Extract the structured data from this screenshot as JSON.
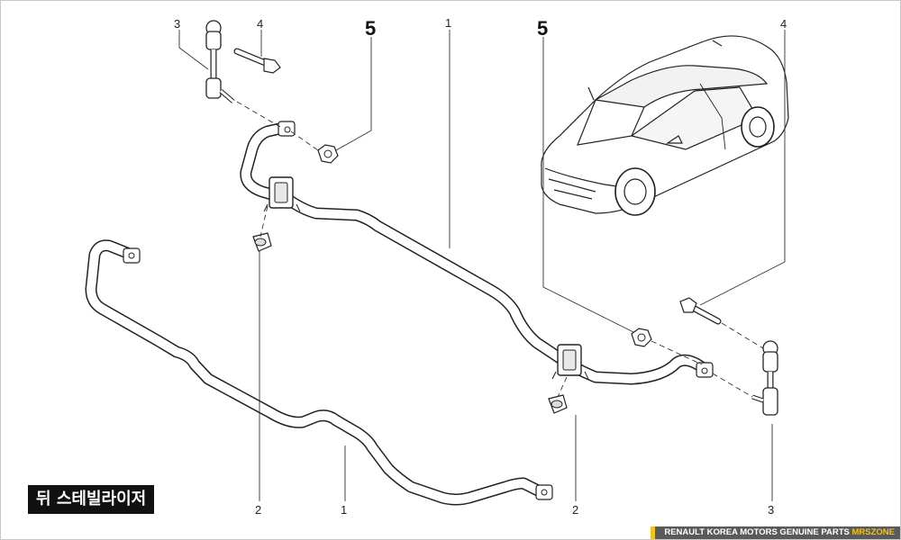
{
  "callouts": {
    "c1_top": "1",
    "c1_bottom": "1",
    "c2_left": "2",
    "c2_right": "2",
    "c3_left": "3",
    "c3_right": "3",
    "c4_left": "4",
    "c4_right": "4",
    "c5_left": "5",
    "c5_right": "5"
  },
  "title_badge": "뒤 스테빌라이저",
  "footer": {
    "text": "RENAULT KOREA MOTORS GENUINE PARTS",
    "brand": "MRSZONE"
  },
  "colors": {
    "line": "#333333",
    "badge_bg": "#111111",
    "banner_bg": "#5a5a5a",
    "banner_accent": "#f0c419"
  }
}
